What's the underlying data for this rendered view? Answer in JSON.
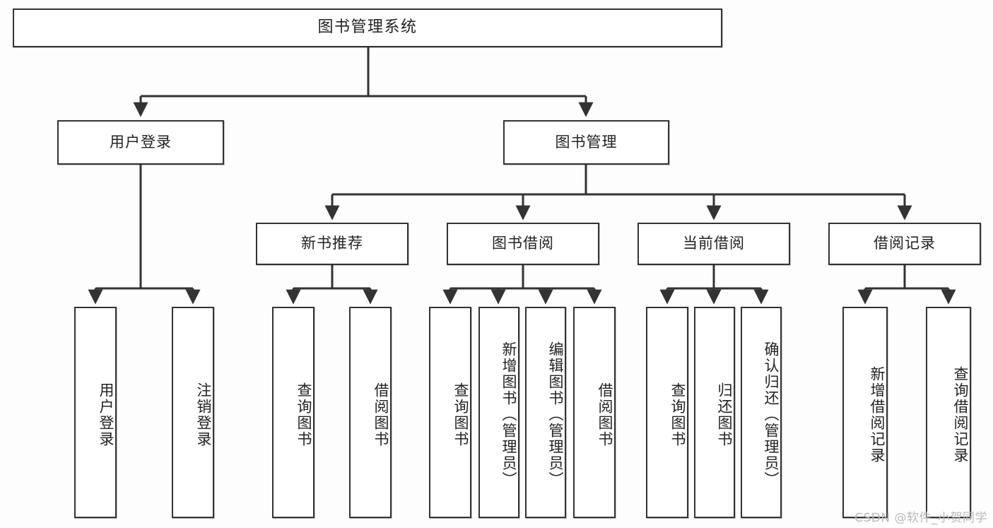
{
  "diagram": {
    "title": "图书管理系统",
    "type": "tree-hierarchy",
    "watermark": "CSDN @软件_小贺同学",
    "colors": {
      "background": "#fdfdfd",
      "node_fill": "#ffffff",
      "node_border": "#333333",
      "edge": "#333333",
      "watermark": "#b9b9b9"
    },
    "root": {
      "label": "图书管理系统"
    },
    "level2": [
      {
        "label": "用户登录"
      },
      {
        "label": "图书管理"
      }
    ],
    "level3": [
      {
        "label": "新书推荐"
      },
      {
        "label": "图书借阅"
      },
      {
        "label": "当前借阅"
      },
      {
        "label": "借阅记录"
      }
    ],
    "leaves": {
      "user_login": [
        {
          "label": "用户登录"
        },
        {
          "label": "注销登录"
        }
      ],
      "new_book": [
        {
          "label": "查询图书"
        },
        {
          "label": "借阅图书"
        }
      ],
      "book_borrow": [
        {
          "label": "查询图书"
        },
        {
          "label": "新增图书（管理员）"
        },
        {
          "label": "编辑图书（管理员）"
        },
        {
          "label": "借阅图书"
        }
      ],
      "current_borrow": [
        {
          "label": "查询图书"
        },
        {
          "label": "归还图书"
        },
        {
          "label": "确认归还（管理员）"
        }
      ],
      "borrow_record": [
        {
          "label": "新增借阅记录"
        },
        {
          "label": "查询借阅记录"
        }
      ]
    }
  }
}
